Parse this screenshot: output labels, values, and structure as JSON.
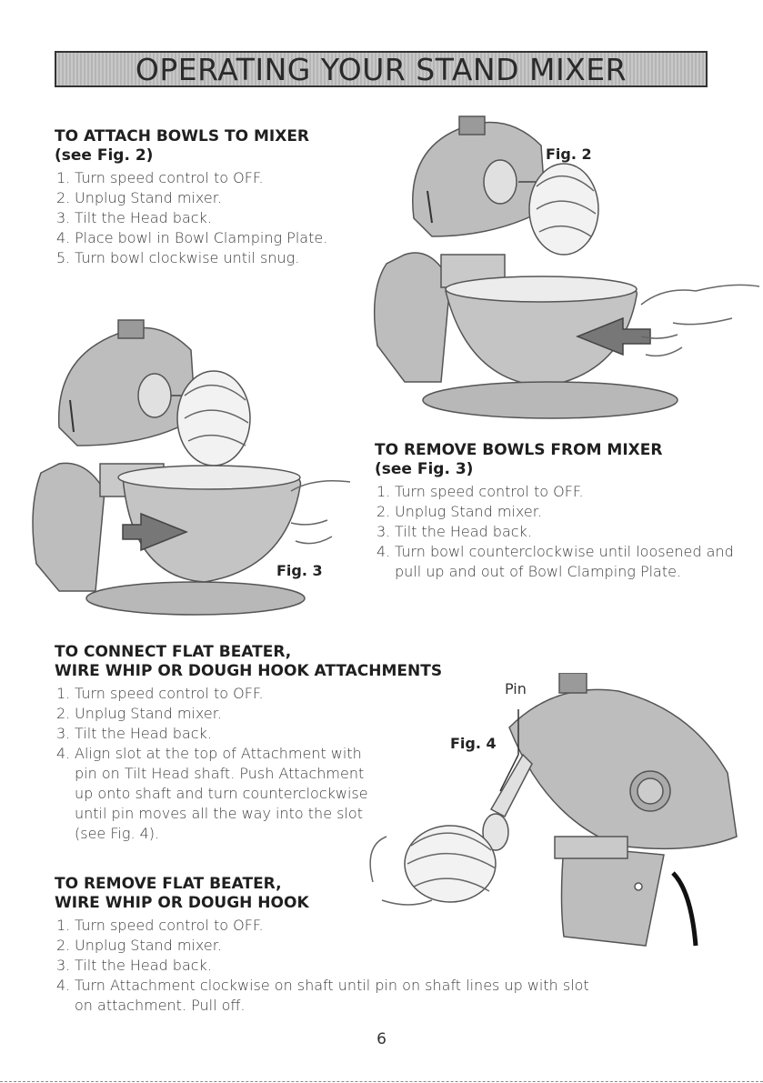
{
  "page": {
    "title": "OPERATING YOUR STAND MIXER",
    "page_number": "6"
  },
  "attach_bowls": {
    "heading": "TO ATTACH BOWLS TO MIXER",
    "subheading": "(see Fig. 2)",
    "steps": [
      {
        "num": "1.",
        "text": "Turn speed control to OFF."
      },
      {
        "num": "2.",
        "text": "Unplug Stand mixer."
      },
      {
        "num": "3.",
        "text": "Tilt the Head back."
      },
      {
        "num": "4.",
        "text": "Place bowl in Bowl Clamping Plate."
      },
      {
        "num": "5.",
        "text": "Turn bowl clockwise until snug."
      }
    ]
  },
  "remove_bowls": {
    "heading": "TO REMOVE BOWLS FROM MIXER",
    "subheading": "(see Fig. 3)",
    "steps": [
      {
        "num": "1.",
        "text": "Turn speed control to OFF."
      },
      {
        "num": "2.",
        "text": "Unplug Stand mixer."
      },
      {
        "num": "3.",
        "text": "Tilt the Head back."
      },
      {
        "num": "4.",
        "text": "Turn bowl counterclockwise until loosened and pull up and out of Bowl Clamping Plate."
      }
    ]
  },
  "connect_attachments": {
    "heading_line1": "TO CONNECT FLAT BEATER,",
    "heading_line2": "WIRE WHIP OR DOUGH HOOK ATTACHMENTS",
    "steps": [
      {
        "num": "1.",
        "text": "Turn speed control to OFF."
      },
      {
        "num": "2.",
        "text": "Unplug Stand mixer."
      },
      {
        "num": "3.",
        "text": "Tilt the Head back."
      },
      {
        "num": "4.",
        "text": "Align slot at the top of Attachment with pin on Tilt Head shaft. Push Attachment up onto shaft and turn counterclockwise until pin moves all the way into the slot (see Fig. 4)."
      }
    ]
  },
  "remove_attachments": {
    "heading_line1": "TO REMOVE FLAT BEATER,",
    "heading_line2": "WIRE WHIP OR DOUGH HOOK",
    "steps": [
      {
        "num": "1.",
        "text": "Turn speed control to OFF."
      },
      {
        "num": "2.",
        "text": "Unplug Stand mixer."
      },
      {
        "num": "3.",
        "text": "Tilt the Head back."
      },
      {
        "num": "4.",
        "text": "Turn Attachment clockwise on shaft until pin on shaft lines up with slot on attachment. Pull off."
      }
    ]
  },
  "figures": {
    "fig2_label": "Fig. 2",
    "fig3_label": "Fig. 3",
    "fig4_label": "Fig. 4",
    "pin_label": "Pin"
  }
}
